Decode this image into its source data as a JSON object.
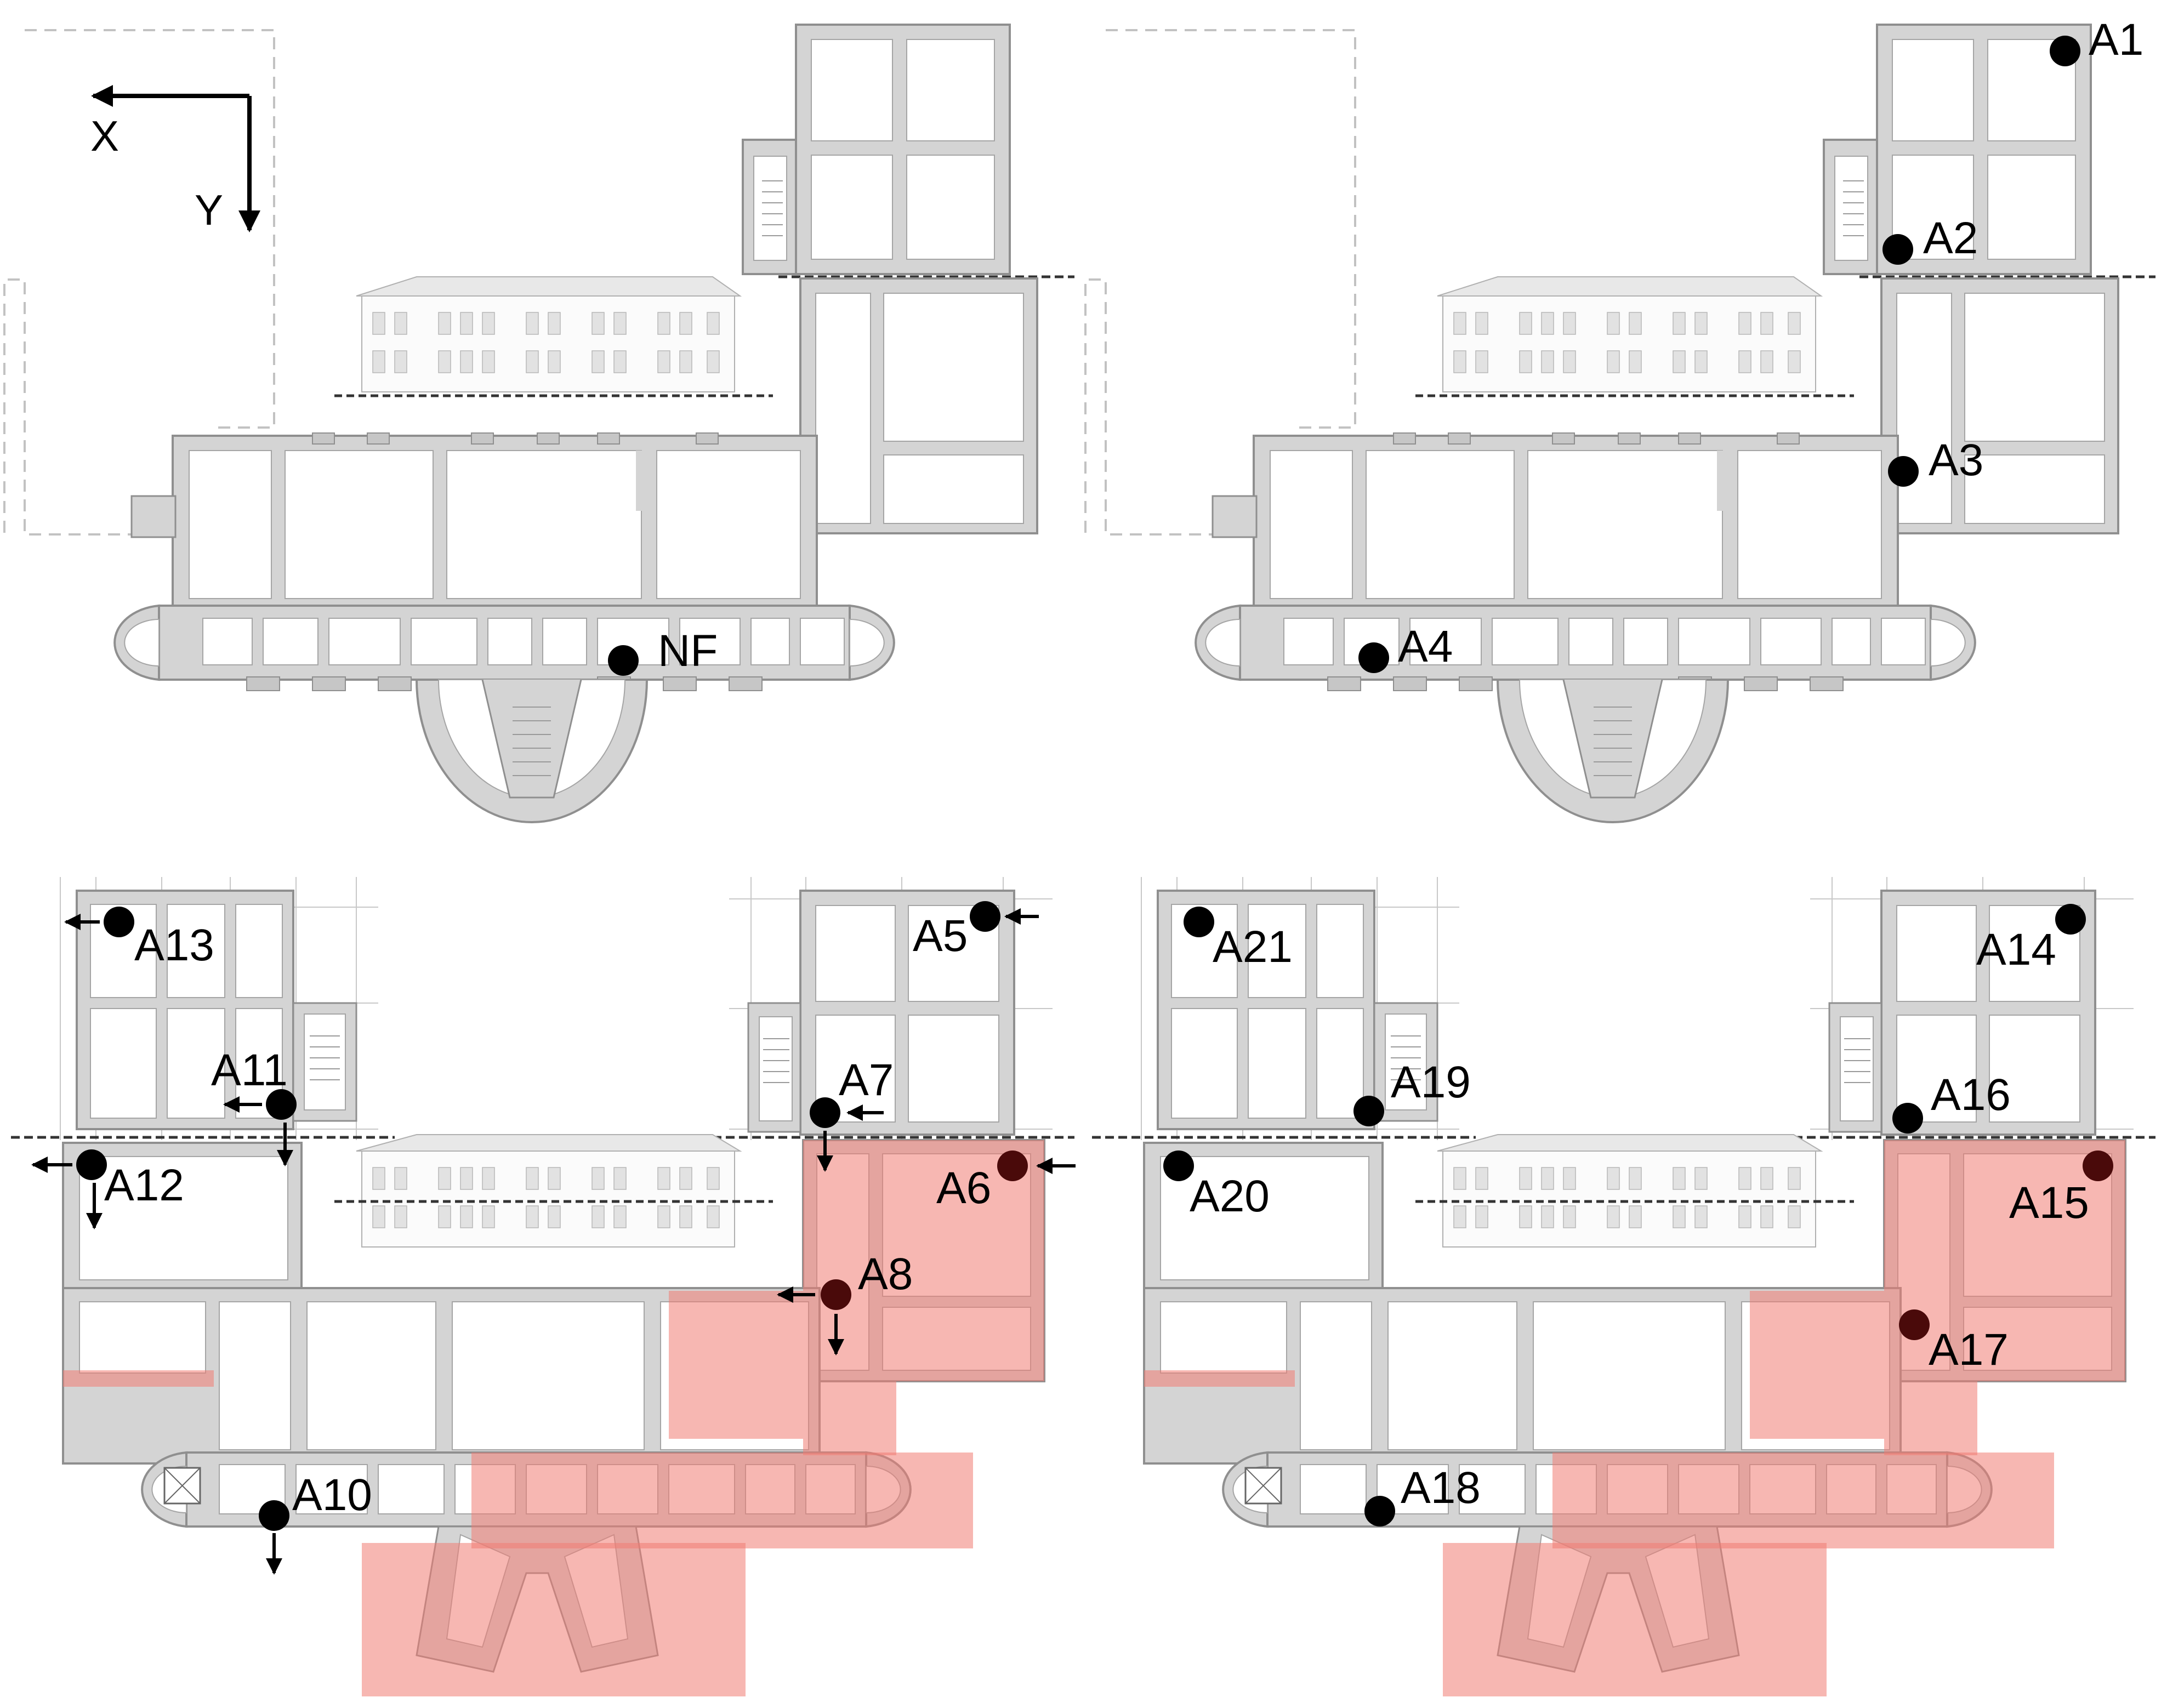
{
  "axes": {
    "x_label": "X",
    "y_label": "Y"
  },
  "sensors": {
    "nf": "NF",
    "a1": "A1",
    "a2": "A2",
    "a3": "A3",
    "a4": "A4",
    "a5": "A5",
    "a6": "A6",
    "a7": "A7",
    "a8": "A8",
    "a10": "A10",
    "a11": "A11",
    "a12": "A12",
    "a13": "A13",
    "a14": "A14",
    "a15": "A15",
    "a16": "A16",
    "a17": "A17",
    "a18": "A18",
    "a19": "A19",
    "a20": "A20",
    "a21": "A21"
  },
  "colors": {
    "wall": "#d4d4d4",
    "wall_edge": "#8f8f8f",
    "highlight": "#f07b73",
    "sensor": "#000000",
    "sensor_in_zone": "#4a0a0a",
    "guide": "#bdbdbd"
  }
}
